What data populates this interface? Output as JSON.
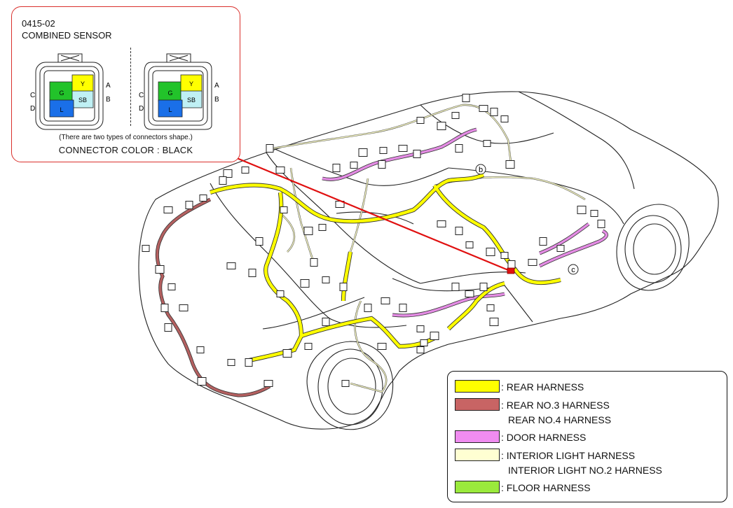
{
  "callout": {
    "code": "0415-02",
    "name": "COMBINED SENSOR",
    "note": "(There are two types of connectors shape.)",
    "connector_color": "CONNECTOR COLOR : BLACK",
    "pins": [
      {
        "label": "Y",
        "color": "#ffff00"
      },
      {
        "label": "G",
        "color": "#22c32a"
      },
      {
        "label": "SB",
        "color": "#bff0f4"
      },
      {
        "label": "L",
        "color": "#1a6fe8"
      }
    ],
    "side_labels": {
      "a": "A",
      "b": "B",
      "c": "C",
      "d": "D"
    },
    "border_color": "#d9302c"
  },
  "markers": {
    "b": "b",
    "c": "c"
  },
  "legend": {
    "items": [
      {
        "swatch": "#ffff00",
        "text": ": REAR HARNESS",
        "text2": ""
      },
      {
        "swatch": "#c86464",
        "text": ": REAR NO.3 HARNESS",
        "text2": "REAR NO.4 HARNESS"
      },
      {
        "swatch": "#f08cf0",
        "text": ": DOOR HARNESS",
        "text2": ""
      },
      {
        "swatch": "#ffffd2",
        "text": ": INTERIOR LIGHT HARNESS",
        "text2": "INTERIOR LIGHT NO.2 HARNESS"
      },
      {
        "swatch": "#9aea3c",
        "text": ": FLOOR HARNESS",
        "text2": ""
      }
    ]
  },
  "colors": {
    "rear": "#ffff00",
    "rear3": "#b46060",
    "door": "#e48ce4",
    "interior": "#ffffc8",
    "leader": "#e01010"
  }
}
